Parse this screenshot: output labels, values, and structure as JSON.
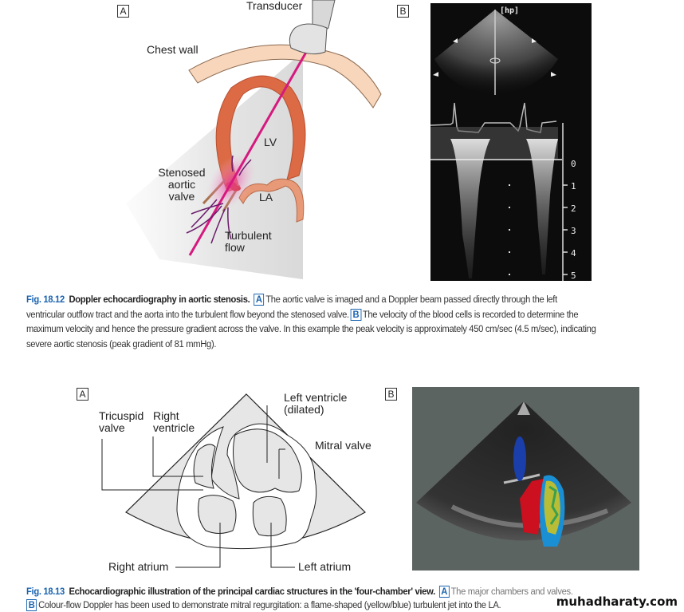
{
  "fig1": {
    "panelA": {
      "label": "A",
      "transducer": "Transducer",
      "chest_wall": "Chest wall",
      "lv": "LV",
      "la": "LA",
      "stenosed_line1": "Stenosed",
      "stenosed_line2": "aortic",
      "stenosed_line3": "valve",
      "turbulent_line1": "Turbulent",
      "turbulent_line2": "flow"
    },
    "panelB": {
      "label": "B",
      "mode_badge": "[hp]",
      "scale_ticks": [
        "0",
        "1",
        "2",
        "3",
        "4",
        "5"
      ]
    },
    "caption": {
      "fig": "Fig. 18.12",
      "title": "Doppler echocardiography in aortic stenosis.",
      "boxA": "A",
      "textA_line1": "The aortic valve is imaged and a Doppler beam passed directly through the left",
      "line2_pre": "ventricular outflow tract and the aorta into the turbulent flow beyond the stenosed valve.",
      "boxB": "B",
      "line2_post": "The velocity of the blood cells is recorded to determine the",
      "line3": "maximum velocity and hence the pressure gradient across the valve. In this example the peak velocity is approximately 450 cm/sec (4.5 m/sec), indicating",
      "line4": "severe aortic stenosis (peak gradient of 81 mmHg)."
    }
  },
  "fig2": {
    "panelA": {
      "label": "A",
      "tricuspid_line1": "Tricuspid",
      "tricuspid_line2": "valve",
      "rv_line1": "Right",
      "rv_line2": "ventricle",
      "lv_line1": "Left ventricle",
      "lv_line2": "(dilated)",
      "mitral": "Mitral valve",
      "right_atrium": "Right atrium",
      "left_atrium": "Left atrium"
    },
    "panelB": {
      "label": "B"
    },
    "caption": {
      "fig": "Fig. 18.13",
      "title": "Echocardiographic illustration of the principal cardiac structures in the 'four-chamber' view.",
      "boxA": "A",
      "textA": "The major chambers and valves.",
      "boxB": "B",
      "textB": "Colour-flow Doppler has been used to demonstrate mitral regurgitation: a flame-shaped (yellow/blue) turbulent jet into the LA."
    }
  },
  "watermark": "muhadharaty.com"
}
